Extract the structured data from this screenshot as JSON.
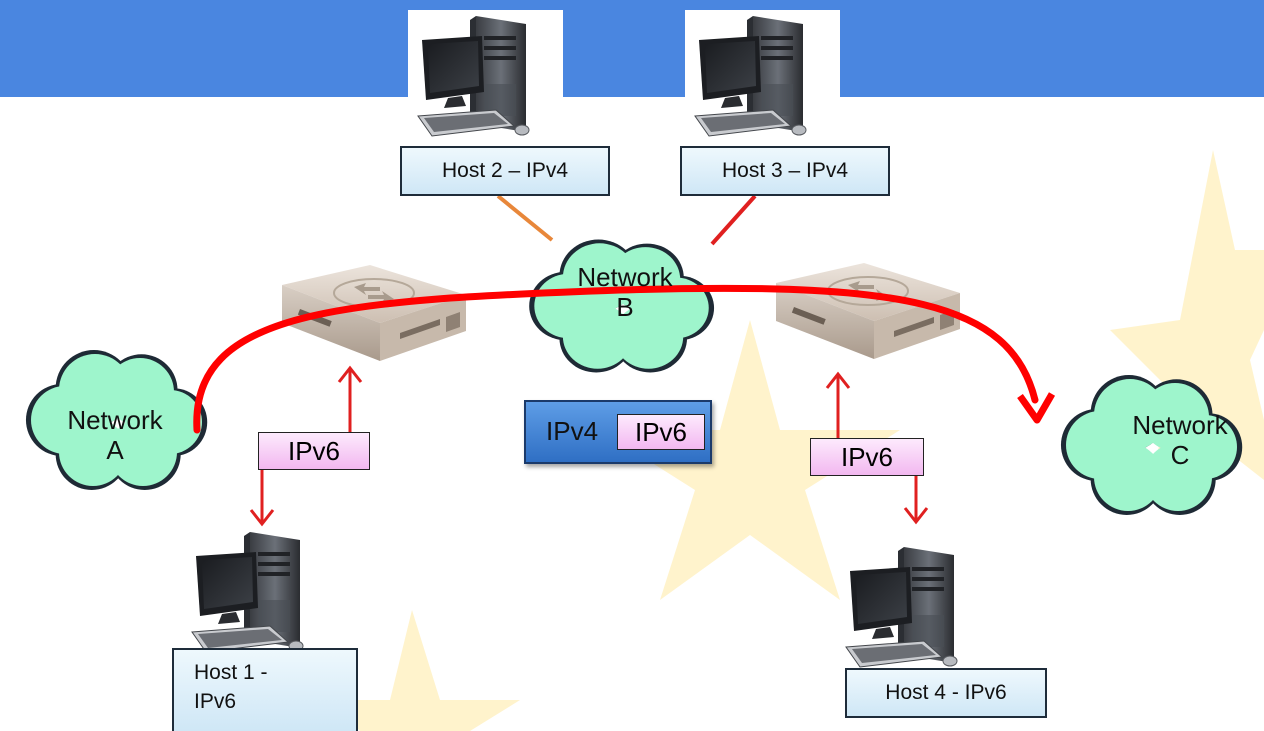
{
  "colors": {
    "header_band": "#4a86e0",
    "cloud_fill": "#9ef5cc",
    "tunnel_arrow": "#ff0000",
    "link_orange": "#e8873a",
    "link_red": "#e02020",
    "star": "#fff3cc"
  },
  "hosts": {
    "host1": {
      "label": "Host 1 -\nIPv6",
      "icon": "desktop-computer-icon"
    },
    "host2": {
      "label": "Host 2 – IPv4",
      "icon": "desktop-computer-icon"
    },
    "host3": {
      "label": "Host 3 – IPv4",
      "icon": "desktop-computer-icon"
    },
    "host4": {
      "label": "Host 4 - IPv6",
      "icon": "desktop-computer-icon"
    }
  },
  "networks": {
    "a": {
      "label": "Network\nA"
    },
    "b": {
      "label": "Network\nB"
    },
    "c": {
      "label": "Network\nC"
    }
  },
  "routers": {
    "left": {
      "icon": "router-icon"
    },
    "right": {
      "icon": "router-icon"
    }
  },
  "packets": {
    "left": {
      "label": "IPv6"
    },
    "right": {
      "label": "IPv6"
    },
    "tunnel_outer": {
      "label": "IPv4"
    },
    "tunnel_inner": {
      "label": "IPv6"
    }
  }
}
